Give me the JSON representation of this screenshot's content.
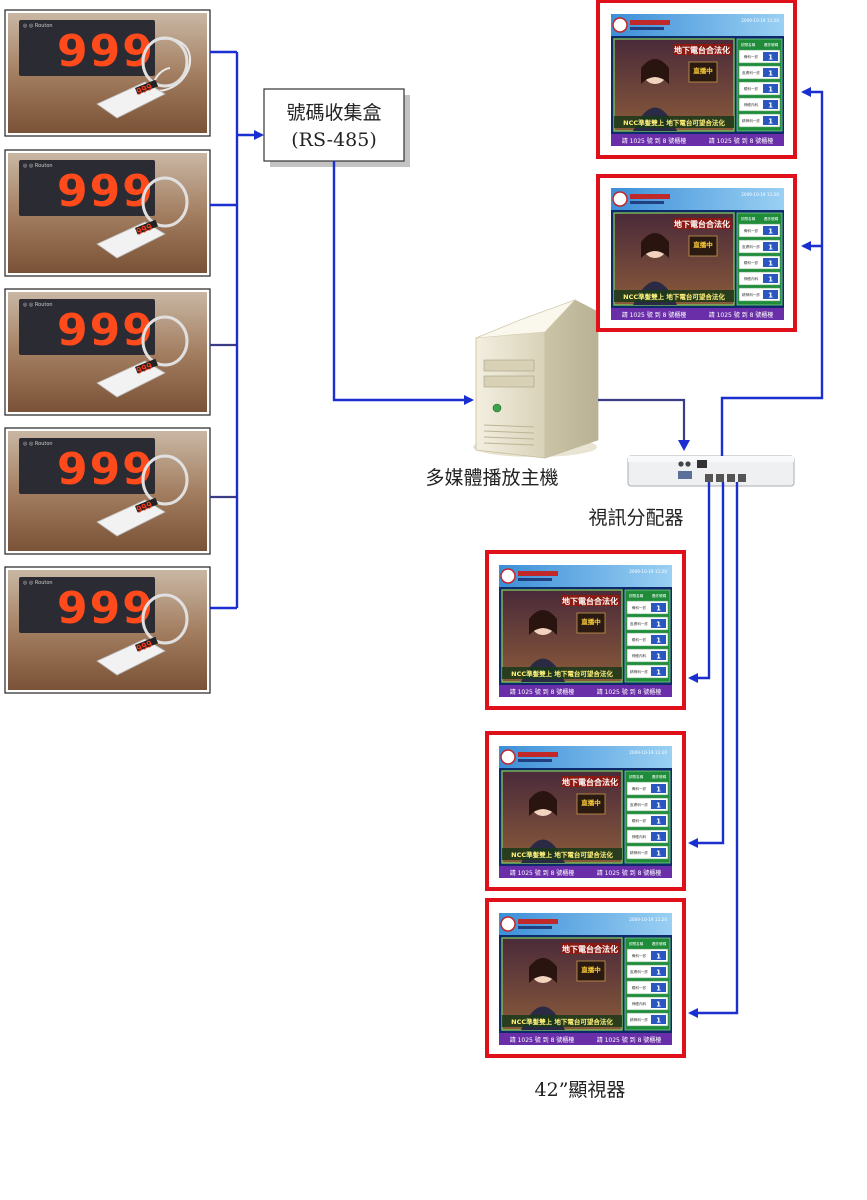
{
  "counter_display": {
    "digits": "999",
    "keypad_digits": "999",
    "count": 5
  },
  "collector": {
    "title": "號碼收集盒",
    "subtitle": "(RS-485)"
  },
  "host": {
    "label": "多媒體播放主機"
  },
  "splitter": {
    "label": "視訊分配器"
  },
  "monitors": {
    "label": "42”顯視器",
    "count": 5,
    "screen": {
      "date": "2009-10-19 11:20",
      "headline": "地下電台合法化",
      "live_badge": "直播中",
      "ticker": "NCC準髮雙上 地下電台可望合法化",
      "footer_call": "請 1025 號 到 8 號櫃檯",
      "side_header": [
        "診間名稱",
        "看診號碼"
      ],
      "counters": [
        {
          "name": "骨科一診",
          "number": "1"
        },
        {
          "name": "皮膚科一診",
          "number": "1"
        },
        {
          "name": "眼科一診",
          "number": "1"
        },
        {
          "name": "神經內科",
          "number": "1"
        },
        {
          "name": "精神科一診",
          "number": "1"
        }
      ]
    }
  },
  "colors": {
    "wire": "#1a2fd0",
    "monitor_frame": "#e0101a",
    "led": "#ff4a1c",
    "screen_footer": "#6a2fa8",
    "side_panel": "#1f8c3a"
  }
}
